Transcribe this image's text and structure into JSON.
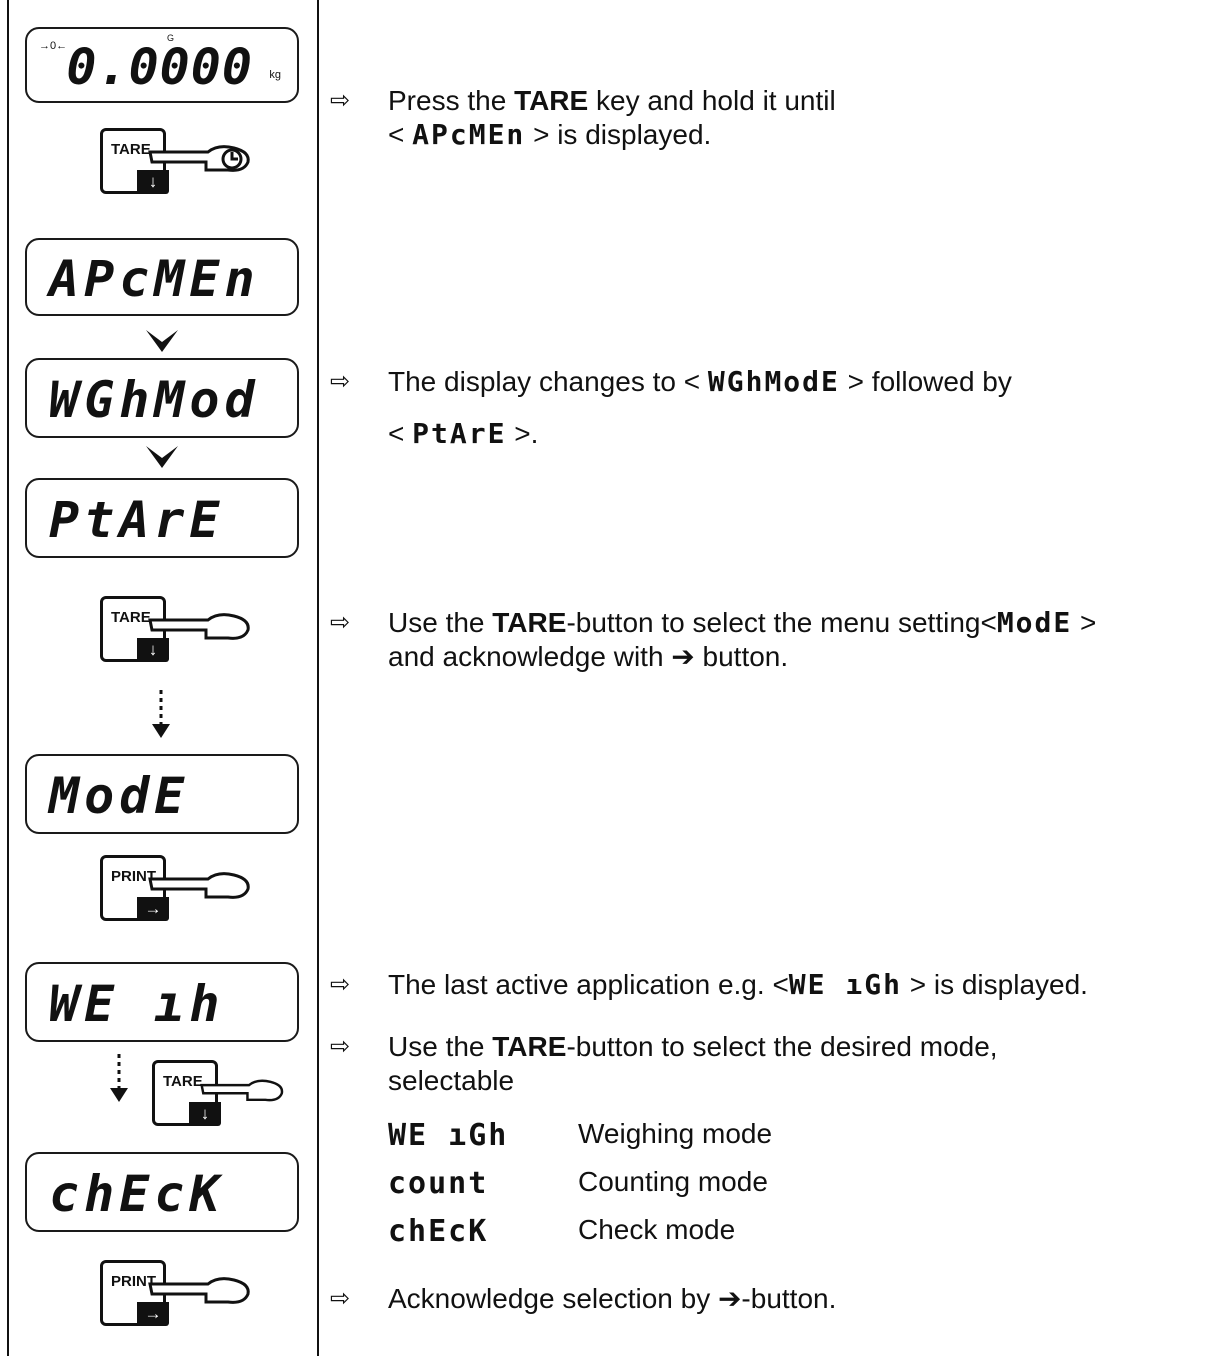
{
  "displays": {
    "zero_reading": "0.0000",
    "zero_unit": "kg",
    "zero_g": "G",
    "zero_indicator": "→0←",
    "apcmen": "APcMEn",
    "wghmod": "WGhMod",
    "ptare": "PtArE",
    "mode": "ModE",
    "weigh": "WE ıh",
    "check": "chEcK"
  },
  "keys": {
    "tare_label": "TARE",
    "print_label": "PRINT",
    "down_arrow": "↓",
    "right_arrow": "→"
  },
  "steps": {
    "step1": {
      "bullet": "⇨",
      "pre": "Press the ",
      "bold": "TARE",
      "post": " key and hold it until",
      "line2_pre": "< ",
      "code": "APcMEn",
      "line2_post": " > is displayed."
    },
    "step2": {
      "bullet": "⇨",
      "pre": "The display changes to < ",
      "code": "WGhModE",
      "post": " > followed by",
      "line2_pre": "< ",
      "code2": "PtArE",
      "line2_post": " >."
    },
    "step3": {
      "bullet": "⇨",
      "pre": "Use the ",
      "bold": "TARE",
      "post": "-button to select the menu setting<",
      "code": "ModE",
      "post2": " >",
      "line2": "and acknowledge with ➔ button."
    },
    "step4": {
      "bullet": "⇨",
      "pre": "The last active application e.g. <",
      "code": "WE ıGh",
      "post": " > is displayed."
    },
    "step5": {
      "bullet": "⇨",
      "pre": "Use the ",
      "bold": "TARE",
      "post": "-button to select the desired mode,",
      "line2": "selectable"
    },
    "step6": {
      "bullet": "⇨",
      "text": "Acknowledge selection by ➔-button."
    }
  },
  "modes": [
    {
      "code": "WE ıGh",
      "desc": "Weighing mode"
    },
    {
      "code": "count",
      "desc": "Counting mode"
    },
    {
      "code": "chEcK",
      "desc": "Check mode"
    }
  ]
}
